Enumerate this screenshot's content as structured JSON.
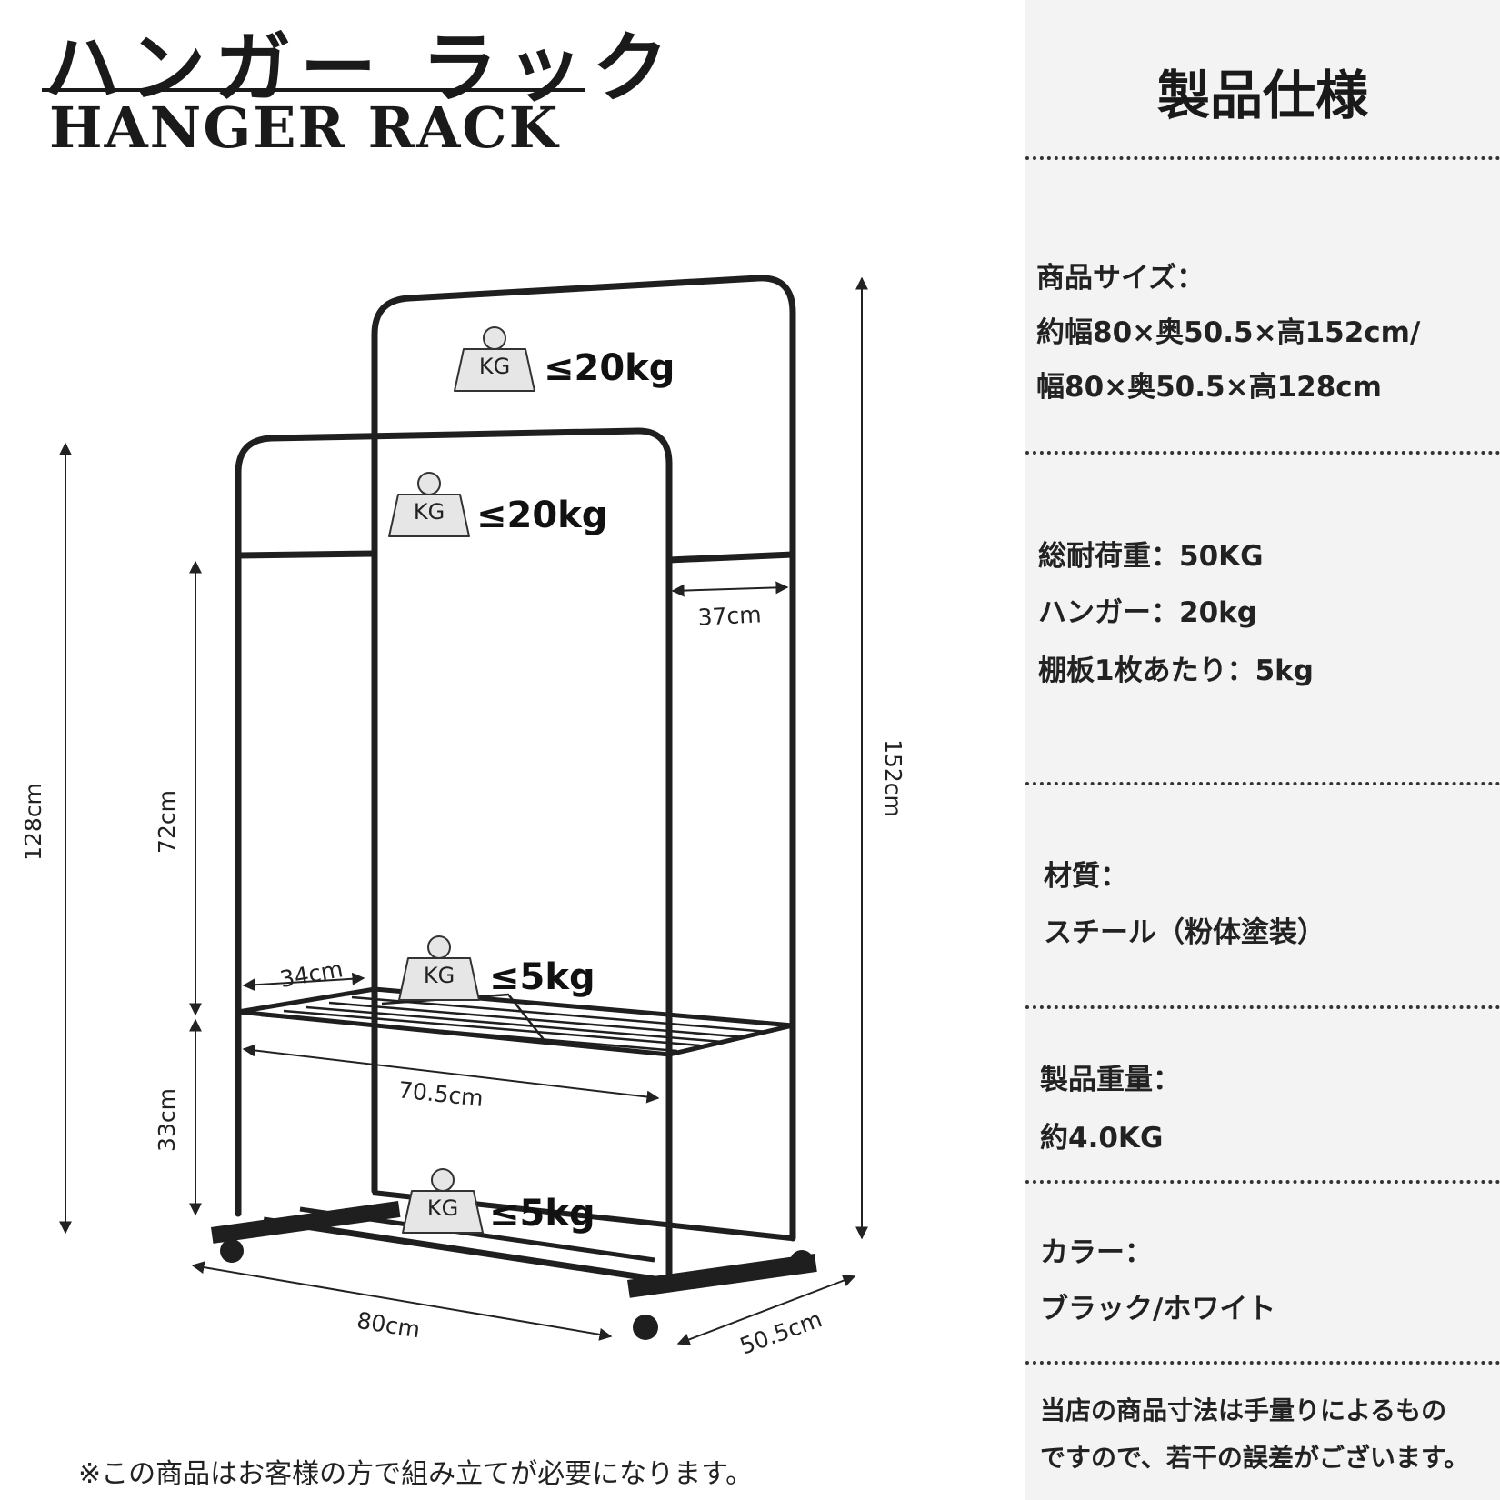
{
  "title": {
    "jp": "ハンガー ラック",
    "en": "HANGER RACK"
  },
  "diagram": {
    "load_badge": "KG",
    "capacities": {
      "upper_hanger": "≤20kg",
      "lower_hanger": "≤20kg",
      "shelf": "≤5kg",
      "base": "≤5kg"
    },
    "dimensions": {
      "height_lower": "128cm",
      "height_upper": "152cm",
      "hanger_gap": "72cm",
      "shelf_height": "33cm",
      "offset_depth": "37cm",
      "shelf_depth": "34cm",
      "shelf_width": "70.5cm",
      "width": "80cm",
      "depth": "50.5cm"
    }
  },
  "footnote": "※この商品はお客様の方で組み立てが必要になります。",
  "spec": {
    "heading": "製品仕様",
    "size": {
      "label": "商品サイズ：",
      "line1": "約幅80×奥50.5×高152cm/",
      "line2": "幅80×奥50.5×高128cm"
    },
    "load": {
      "total": "総耐荷重：50KG",
      "hanger": "ハンガー：20kg",
      "shelf": "棚板1枚あたり：5kg"
    },
    "material": {
      "label": "材質：",
      "value": "スチール（粉体塗装）"
    },
    "weight": {
      "label": "製品重量：",
      "value": "約4.0KG"
    },
    "color": {
      "label": "カラー：",
      "value": "ブラック/ホワイト"
    },
    "note": {
      "line1": "当店の商品寸法は手量りによるもの",
      "line2": "ですので、若干の誤差がございます。"
    }
  }
}
